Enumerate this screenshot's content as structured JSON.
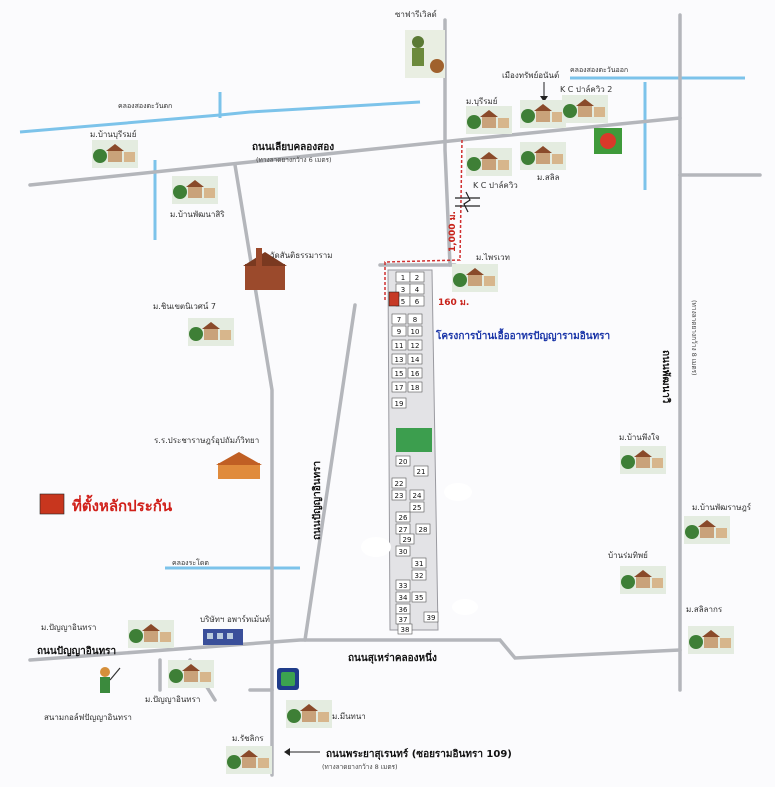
{
  "map": {
    "roads": {
      "liab_khlong_song": "ถนนเลียบคลองสอง",
      "liab_khlong_song_sub": "(ทางลาดยางกว้าง 6 เมตร)",
      "panya_intra_vertical": "ถนนปัญญาอินทรา",
      "panya_intra_left": "ถนนปัญญาอินทรา",
      "sukhapiban_khlong_nueng": "ถนนสุเหร่าคลองหนึ่ง",
      "phraya_suren": "ถนนพระยาสุเรนทร์ (ซอยรามอินทรา 109)",
      "phraya_suren_sub": "(ทางลาดยางกว้าง 8 เมตร)",
      "right_vertical": "ถนนพัฒนาวิ",
      "right_vertical_sub": "(ทางลาดยางกว้าง 8 เมตร)"
    },
    "canals": {
      "top_left": "คลองสองตะวันตก",
      "top_right": "คลองสองตะวันออก",
      "khlong_lat": "คลองระโดต"
    },
    "places": {
      "safari": "ซาฟารีเวิลด์",
      "muang_sap": "เมืองทรัพย์อนันต์",
      "m_buriram": "ม.บุรีรมย์",
      "kc_pracha": "K C ปาล์ควิว 2",
      "m_baan_buri": "ม.บ้านบุรีรมย์",
      "m_baan_phatthana": "ม.บ้านพัฒนาสิริ",
      "kc_parkview": "K C ปาล์ควิว",
      "m_salil": "ม.สลิล",
      "wat": "วัดสันติธรรมาราม",
      "m_prue_wet": "ม.ไพรเวท",
      "m_chinnakhet": "ม.ชินเขตนิเวศน์ 7",
      "school": "ร.ร.ประชาราษฎร์อุปถัมภ์วิทยา",
      "m_baan_phueng_jai": "ม.บ้านพึงใจ",
      "m_baan_phatthana_rat": "ม.บ้านพัฒราษฎร์",
      "baan_rom_sook": "บ้านร่มทิพย์",
      "m_salika": "ม.สลิลากร",
      "m_panya_1": "ม.ปัญญาอินทรา",
      "m_panya_2": "ม.ปัญญาอินทรา",
      "company": "บริษัทฯ อพาร์ทเม้นท์",
      "golf": "สนามกอล์ฟปัญญาอินทรา",
      "m_minthana": "ม.มีนทนา",
      "m_saralakorn": "ม.รัชลิกร"
    },
    "project_name": "โครงการบ้านเอื้ออาทรปัญญารามอินทรา",
    "distance_1": "1,000 ม.",
    "distance_2": "160 ม.",
    "legend_label": "ที่ตั้งหลักประกัน",
    "plots": [
      "1",
      "2",
      "3",
      "4",
      "5",
      "6",
      "7",
      "8",
      "9",
      "10",
      "11",
      "12",
      "13",
      "14",
      "15",
      "16",
      "17",
      "18",
      "19",
      "20",
      "21",
      "22",
      "23",
      "24",
      "25",
      "26",
      "27",
      "28",
      "29",
      "30",
      "31",
      "32",
      "33",
      "34",
      "35",
      "36",
      "37",
      "38",
      "39"
    ]
  }
}
